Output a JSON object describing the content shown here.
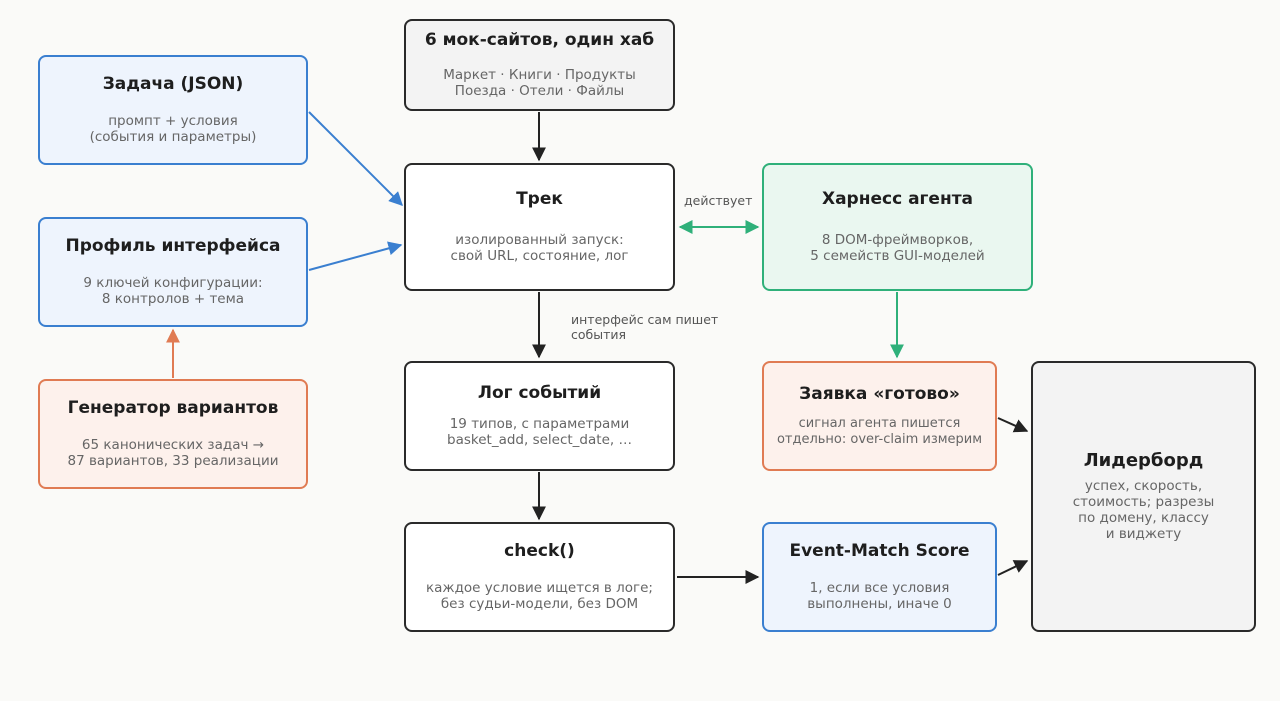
{
  "boxes": {
    "mock": {
      "title": "6 мок-сайтов, один хаб",
      "sub": "Маркет · Книги · Продукты\nПоезда · Отели · Файлы"
    },
    "task": {
      "title": "Задача (JSON)",
      "sub": "промпт + условия\n(события и параметры)"
    },
    "profile": {
      "title": "Профиль интерфейса",
      "sub": "9 ключей конфигурации:\n8 контролов + тема"
    },
    "generator": {
      "title": "Генератор вариантов",
      "sub": "65 канонических задач →\n87 вариантов, 33 реализации"
    },
    "track": {
      "title": "Трек",
      "sub": "изолированный запуск:\nсвой URL, состояние, лог"
    },
    "harness": {
      "title": "Харнесс агента",
      "sub": "8 DOM-фреймворков,\n5 семейств GUI-моделей"
    },
    "log": {
      "title": "Лог событий",
      "sub": "19 типов, с параметрами\nbasket_add, select_date, …"
    },
    "claim": {
      "title": "Заявка «готово»",
      "sub": "сигнал агента пишется\nотдельно: over-claim измерим"
    },
    "check": {
      "title": "check()",
      "sub": "каждое условие ищется в логе;\nбез судьи-модели, без DOM"
    },
    "score": {
      "title": "Event-Match Score",
      "sub": "1, если все условия\nвыполнены, иначе 0"
    },
    "leaderboard": {
      "title": "Лидерборд",
      "sub": "успех, скорость,\nстоимость; разрезы\nпо домену, классу\nи виджету"
    }
  },
  "labels": {
    "acts": "действует",
    "writes": "интерфейс сам пишет\nсобытия"
  },
  "colors": {
    "blue": "#3a7fd0",
    "orange": "#e07b53",
    "green": "#2fb07a",
    "dark": "#222222"
  }
}
